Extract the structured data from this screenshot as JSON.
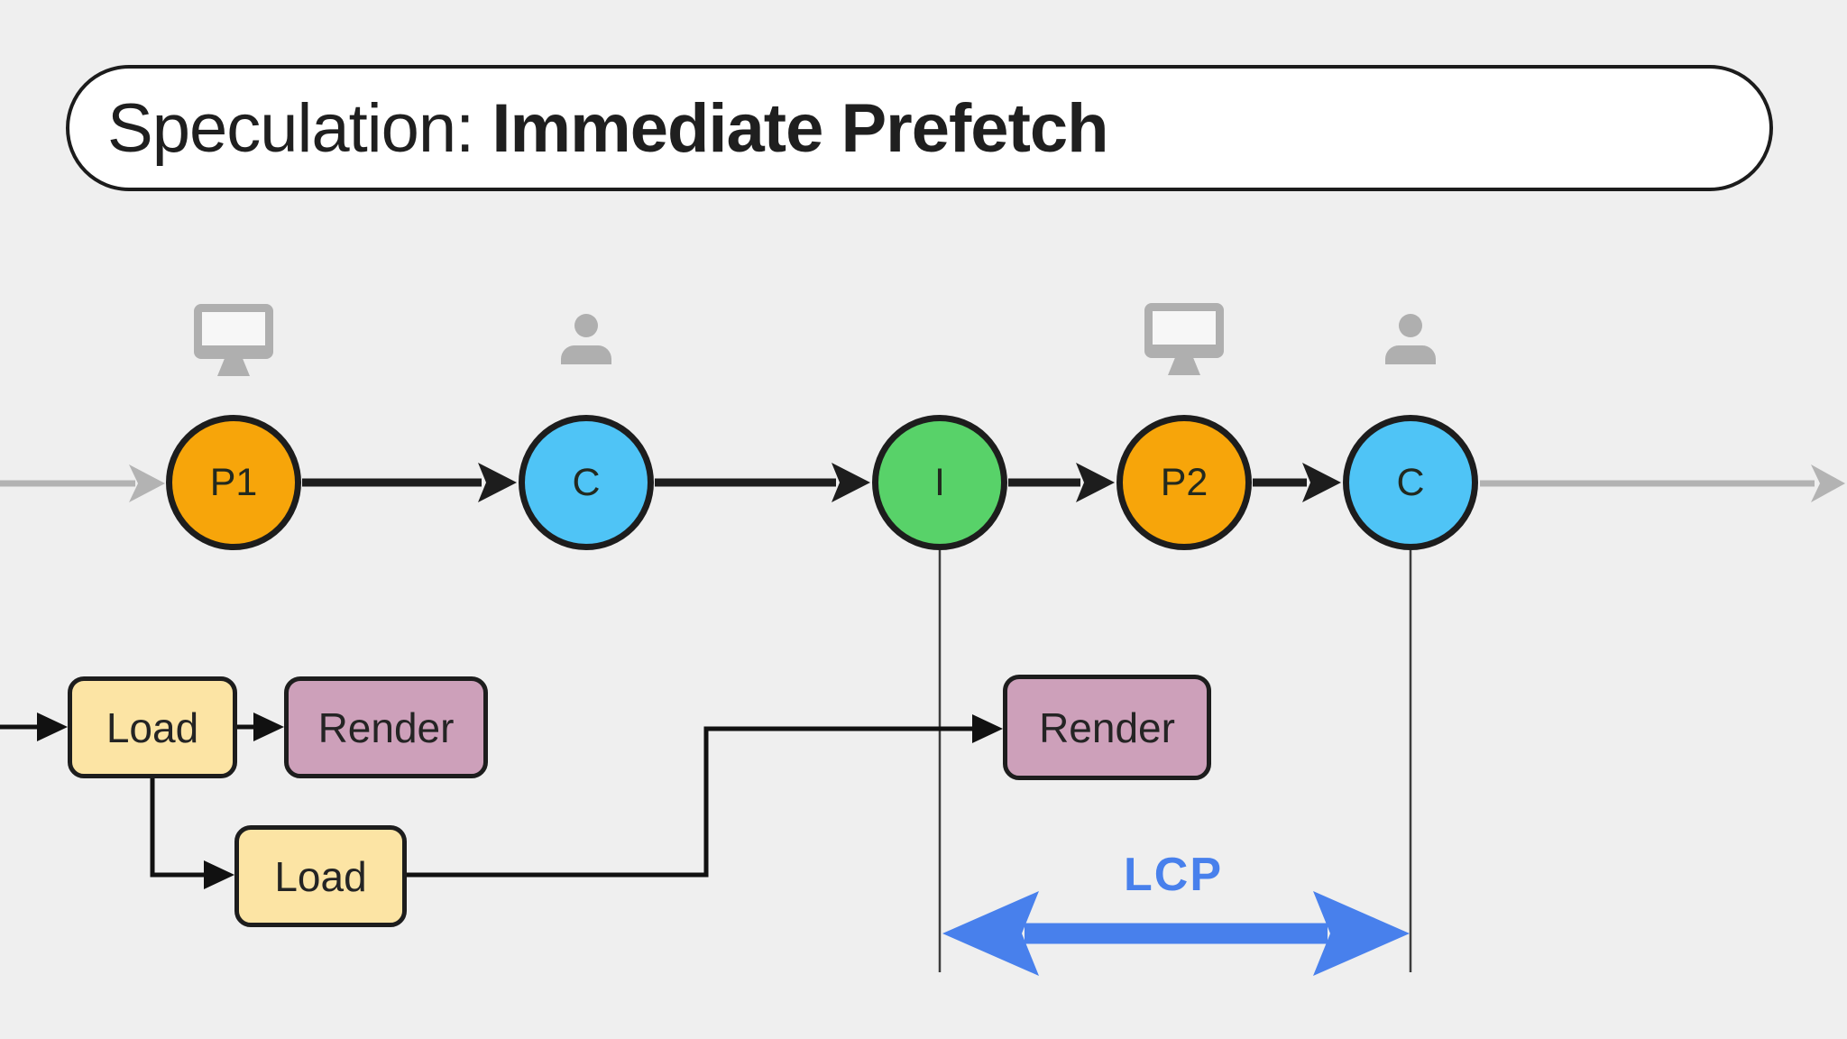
{
  "title": {
    "prefix": "Speculation: ",
    "emphasis": "Immediate Prefetch"
  },
  "timeline": {
    "nodes": [
      {
        "id": "p1",
        "label": "P1",
        "color": "#F7A50A",
        "icon": "monitor"
      },
      {
        "id": "c1",
        "label": "C",
        "color": "#4FC4F6",
        "icon": "person"
      },
      {
        "id": "i",
        "label": "I",
        "color": "#58D269",
        "icon": ""
      },
      {
        "id": "p2",
        "label": "P2",
        "color": "#F7A50A",
        "icon": "monitor"
      },
      {
        "id": "c2",
        "label": "C",
        "color": "#4FC4F6",
        "icon": "person"
      }
    ]
  },
  "flow": {
    "boxes": [
      {
        "id": "load-1",
        "label": "Load",
        "color": "#FCE4A4"
      },
      {
        "id": "render-1",
        "label": "Render",
        "color": "#CDA0BA"
      },
      {
        "id": "load-2",
        "label": "Load",
        "color": "#FCE4A4"
      },
      {
        "id": "render-2",
        "label": "Render",
        "color": "#CDA0BA"
      }
    ]
  },
  "metric": {
    "label": "LCP",
    "color": "#4880EC"
  },
  "colors": {
    "background": "#EFEFEF",
    "ink": "#1C1C1C",
    "timeline_gray": "#B3B3B3",
    "icon_gray": "#AFAFAF",
    "thin_line": "#3D3D3D",
    "accent_blue": "#4880EC"
  }
}
